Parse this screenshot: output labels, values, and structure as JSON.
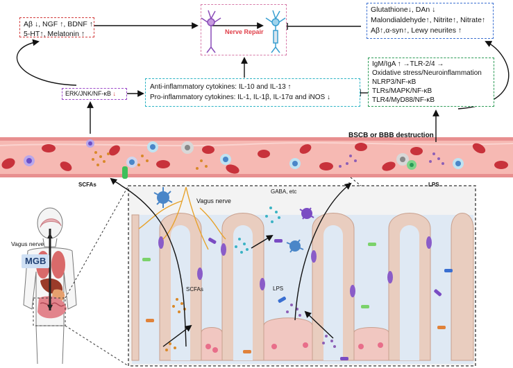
{
  "boxes": {
    "neurotrophic": {
      "lines": [
        "Aβ ↓, NGF ↑, BDNF ↑",
        "5-HT↑, Melatonin ↑"
      ]
    },
    "nerve_repair": {
      "label": "Nerve Repair"
    },
    "oxidative_markers": {
      "lines": [
        "Glutathione↓, DAn ↓",
        "Malondialdehyde↑, Nitrite↑, Nitrate↑",
        "Aβ↑,α-syn↑, Lewy neurites ↑"
      ]
    },
    "lps_pathways": {
      "lines": [
        "IgM/IgA ↑ →TLR-2/4 →",
        "Oxidative stress/Neuroinflammation",
        "NLRP3/NF-κB",
        "TLRs/MAPK/NF-κB",
        "TLR4/MyD88/NF-κB"
      ]
    },
    "erk_pathway": {
      "label": "ERK/JNK/NF-κB",
      "arrow": "↓"
    },
    "cytokines": {
      "lines": [
        "Anti-inflammatory cytokines: IL-10 and IL-13 ↑",
        "Pro-inflammatory cytokines: IL-1, IL-1β, IL-17α and iNOS ↓"
      ]
    }
  },
  "labels": {
    "bscb": "BSCB or BBB destruction",
    "scfas_vessel": "SCFAs",
    "lps_vessel": "LPS",
    "vagus_nerve_gut": "Vagus nerve",
    "gaba": "GABA, etc",
    "scfas_gut": "SCFAs",
    "lps_gut": "LPS",
    "vagus_nerve_body": "Vagus nerve",
    "mgb": "MGB"
  },
  "colors": {
    "red": "#d23a3a",
    "pink": "#d77aa8",
    "blue": "#3a6fd1",
    "teal": "#2ab3c4",
    "green": "#2a9a55",
    "purple": "#9a47c8",
    "vessel": "#f6b9b3",
    "rbc": "#c8323b",
    "lumen": "#dfe9f4",
    "mgb": "#4a86c8"
  }
}
